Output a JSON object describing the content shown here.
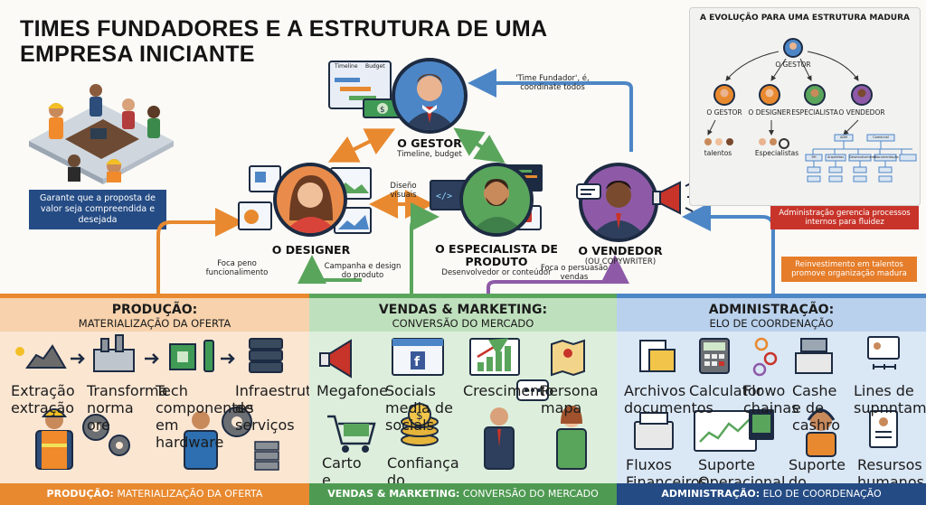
{
  "title": "TIMES FUNDADORES E A ESTRUTURA DE UMA EMPRESA INICIANTE",
  "left_caption": "Garante que a proposta de valor seja compreendida e desejada",
  "gestor": {
    "name": "O GESTOR",
    "sub": "Timeline, budget",
    "board_labels": [
      "Timeline",
      "Budget"
    ]
  },
  "designer": {
    "name": "O DESIGNER"
  },
  "especialista": {
    "name": "O ESPECIALISTA DE PRODUTO",
    "sub": "Desenvolvedor or conteúdor"
  },
  "vendedor": {
    "name": "O VENDEDOR",
    "sub": "(OU COPYWRITER)"
  },
  "annotations": {
    "time_fundador": "'Time Fundador', é, coordinate todos",
    "diseno": "Diseño visuais",
    "foca_peno": "Foca peno funcionalimento",
    "campanha": "Campanha e design do produto",
    "foca_persuasao": "Foca o persuasão vendas"
  },
  "inset": {
    "title": "A EVOLUÇÃO PARA UMA ESTRUTURA MADURA",
    "top": "O GESTOR",
    "roles": [
      "O GESTOR",
      "O DESIGNER",
      "ESPECIALISTA",
      "O VENDEDOR"
    ],
    "bottom": [
      "talentos",
      "Especialistas"
    ],
    "org_labels": [
      "ADM",
      "Comercial",
      "RH",
      "Arquitetos",
      "Desenvolvimento",
      "Documentação"
    ]
  },
  "red_caption": "Administração gerencia processos internos para fluidez",
  "orange_caption": "Reinvestimento em talentos promove organização madura",
  "columns": [
    {
      "h1": "PRODUÇÃO:",
      "h2": "MATERIALIZAÇÃO DA OFERTA",
      "color": "#e8892f",
      "bg": "#fbe6d2",
      "items": [
        "Extração extração",
        "Transforma norma ore",
        "Tech componentes em hardware",
        "Infraestrutura de serviços"
      ],
      "footer_b": "PRODUÇÃO:",
      "footer": " MATERIALIZAÇÃO DA OFERTA"
    },
    {
      "h1": "VENDAS & MARKETING:",
      "h2": "CONVERSÃO DO MERCADO",
      "color": "#5aa55c",
      "bg": "#ddefdc",
      "items": [
        "Megafone",
        "Socials media de socials",
        "Crescimento",
        "Persona mapa",
        "Carto e conos",
        "Confiança do Consumidor"
      ],
      "footer_b": "VENDAS & MARKETING:",
      "footer": " CONVERSÃO DO MERCADO"
    },
    {
      "h1": "ADMINISTRAÇÃO:",
      "h2": "ELO DE COORDENAÇÃO",
      "color": "#4d86c6",
      "bg": "#dae7f5",
      "items": [
        "Archivos documentos",
        "Calculator",
        "Flowo chainas",
        "Cashe e de cashro",
        "Lines de supnntamento",
        "Fluxos Financeiros",
        "Suporte Operacional",
        "Suporte do cliente",
        "Resursos humanos"
      ],
      "footer_b": "ADMINISTRAÇÃO:",
      "footer": " ELO DE COORDENAÇÃO"
    }
  ],
  "colors": {
    "navy": "#244b84",
    "orange": "#e8892f",
    "green": "#5aa55c",
    "blue": "#4d86c6",
    "red": "#c8342a"
  }
}
